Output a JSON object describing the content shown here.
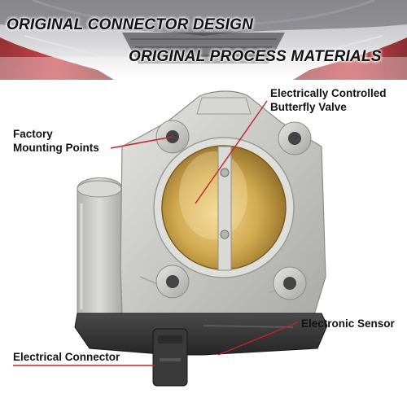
{
  "banner": {
    "headline_1": "ORIGINAL CONNECTOR DESIGN",
    "headline_2": "ORIGINAL PROCESS MATERIALS"
  },
  "callouts": {
    "valve_line_1": "Electrically Controlled",
    "valve_line_2": "Butterfly Valve",
    "mounting_line_1": "Factory",
    "mounting_line_2": "Mounting Points",
    "sensor": "Electronic Sensor",
    "connector": "Electrical Connector"
  },
  "colors": {
    "leader_line": "#c8202a",
    "headline_text": "#111111",
    "brass_bore": "#c9a04a",
    "aluminum_body": "#c9c9c6",
    "plastic_housing": "#3a3a3a"
  }
}
